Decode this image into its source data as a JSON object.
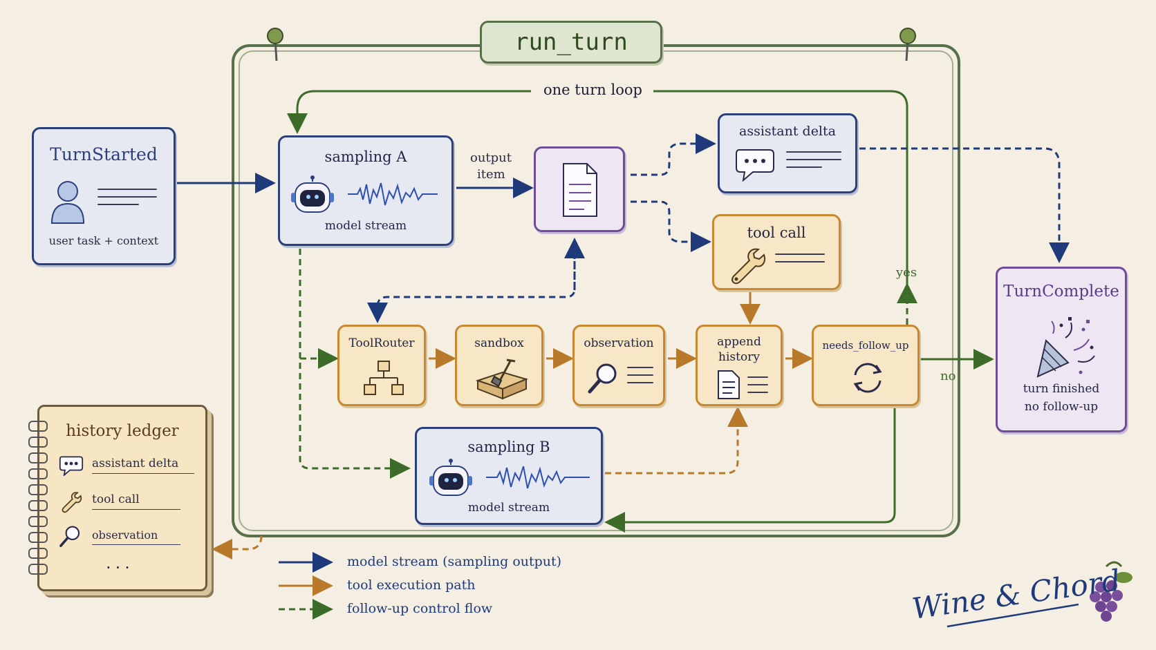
{
  "frame": {
    "title": "run_turn",
    "loop_label": "one turn loop"
  },
  "nodes": {
    "turn_started": {
      "title": "TurnStarted",
      "caption": "user task + context"
    },
    "sampling_a": {
      "title": "sampling A",
      "caption": "model stream"
    },
    "sampling_b": {
      "title": "sampling B",
      "caption": "model stream"
    },
    "assistant_delta": {
      "title": "assistant delta"
    },
    "tool_call": {
      "title": "tool call"
    },
    "tool_router": {
      "title": "ToolRouter"
    },
    "sandbox": {
      "title": "sandbox"
    },
    "observation": {
      "title": "observation"
    },
    "append_history": {
      "title_line1": "append",
      "title_line2": "history"
    },
    "needs_follow_up": {
      "title": "needs_follow_up"
    },
    "turn_complete": {
      "title": "TurnComplete",
      "caption_line1": "turn finished",
      "caption_line2": "no follow-up"
    }
  },
  "edge_labels": {
    "output_item_line1": "output",
    "output_item_line2": "item",
    "yes": "yes",
    "no": "no"
  },
  "ledger": {
    "title": "history ledger",
    "items": [
      "assistant delta",
      "tool call",
      "observation"
    ],
    "ellipsis": "..."
  },
  "legend": [
    {
      "label": "model stream (sampling output)",
      "color": "#1f3a7a"
    },
    {
      "label": "tool execution path",
      "color": "#b87a2a"
    },
    {
      "label": "follow-up control flow",
      "color": "#3d6b2a"
    }
  ],
  "brand": {
    "name": "Wine & Chord"
  },
  "colors": {
    "navy": "#1f3a7a",
    "tool": "#b87a2a",
    "control": "#3d6b2a",
    "frame": "#58704a",
    "purple": "#6f4b9a"
  }
}
